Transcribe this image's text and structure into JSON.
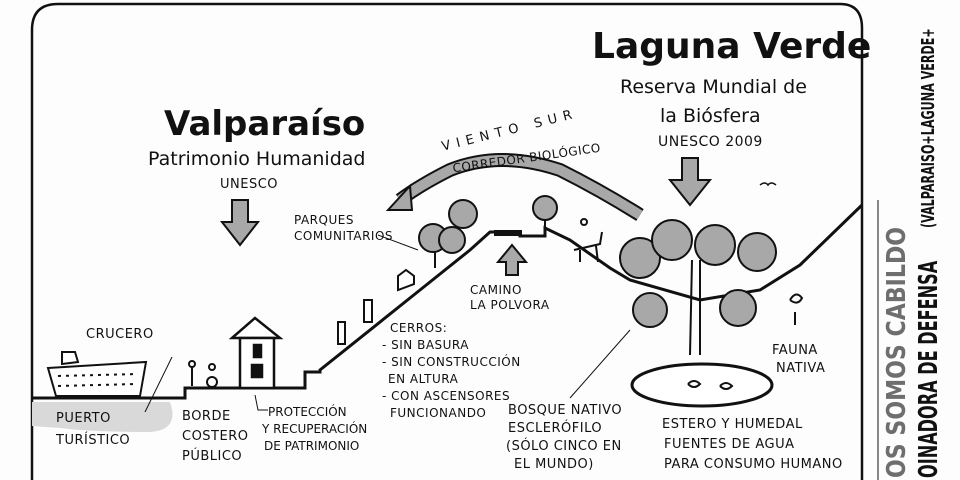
{
  "valparaiso": {
    "title": "Valparaíso",
    "subtitle": "Patrimonio Humanidad",
    "org": "UNESCO"
  },
  "laguna_verde": {
    "title": "Laguna Verde",
    "line1": "Reserva Mundial de",
    "line2": "la Biósfera",
    "line3": "UNESCO 2009"
  },
  "labels": {
    "viento_sur": "VIENTO SUR",
    "corredor": "CORREDOR BIOLÓGICO",
    "parques": [
      "PARQUES",
      "COMUNITARIOS"
    ],
    "camino": [
      "CAMINO",
      "LA POLVORA"
    ],
    "crucero": "CRUCERO",
    "puerto": [
      "PUERTO",
      "TURÍSTICO"
    ],
    "borde": [
      "BORDE",
      "COSTERO",
      "PÚBLICO"
    ],
    "proteccion": [
      "PROTECCIÓN",
      "Y RECUPERACIÓN",
      "DE PATRIMONIO"
    ],
    "cerros": [
      "CERROS:",
      "- SIN BASURA",
      "- SIN CONSTRUCCIÓN",
      "EN ALTURA",
      "- CON ASCENSORES",
      "FUNCIONANDO"
    ],
    "bosque": [
      "BOSQUE NATIVO",
      "ESCLERÓFILO",
      "(SÓLO CINCO EN",
      "EL MUNDO)"
    ],
    "estero": [
      "ESTERO Y HUMEDAL",
      "FUENTES DE AGUA",
      "PARA CONSUMO HUMANO"
    ],
    "fauna": [
      "FAUNA",
      "NATIVA"
    ]
  },
  "side_banner": {
    "line1": "OS SOMOS CABILDO",
    "line2": "OINADORA DE DEFENSA",
    "line3": "(VALPARAISO+LAGUNA VERDE+"
  },
  "colors": {
    "ink": "#111111",
    "gray_fill": "#a8a8a8",
    "banner_gray": "#6e6e6e"
  }
}
